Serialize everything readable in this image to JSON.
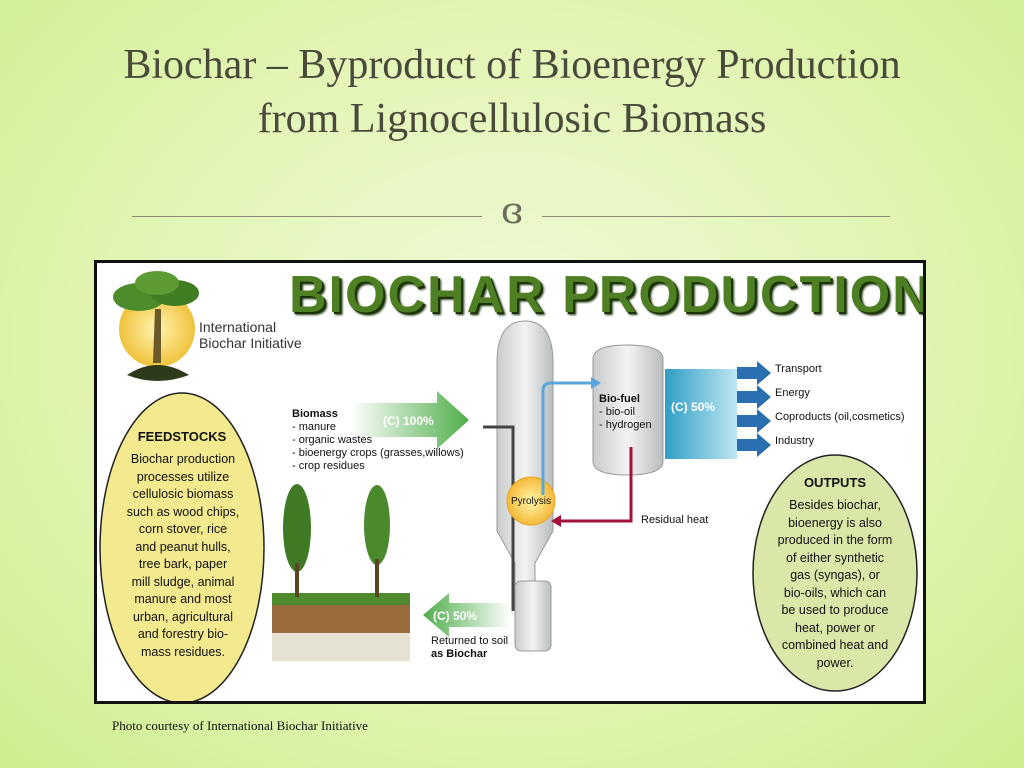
{
  "slide": {
    "title_line1": "Biochar – Byproduct of Bioenergy Production",
    "title_line2": "from Lignocellulosic Biomass",
    "ornament": "ɞ",
    "caption": "Photo courtesy of International Biochar Initiative"
  },
  "diagram": {
    "heading": "BIOCHAR PRODUCTION",
    "org_line1": "International",
    "org_line2": "Biochar Initiative",
    "feedstocks": {
      "title": "FEEDSTOCKS",
      "lines": [
        "Biochar production",
        "processes utilize",
        "cellulosic biomass",
        "such as wood chips,",
        "corn stover, rice",
        "and peanut hulls,",
        "tree bark, paper",
        "mill sludge, animal",
        "manure and most",
        "urban, agricultural",
        "and forestry bio-",
        "mass residues."
      ]
    },
    "biomass": {
      "title": "Biomass",
      "items": [
        "- manure",
        "- organic wastes",
        "- bioenergy crops (grasses,willows)",
        "- crop residues"
      ]
    },
    "arrow_in": "(C) 100%",
    "arrow_out": "(C) 50%",
    "arrow_soil": "(C) 50%",
    "pyrolysis": "Pyrolysis",
    "biofuel": {
      "title": "Bio-fuel",
      "items": [
        "- bio-oil",
        "- hydrogen"
      ]
    },
    "residual_heat": "Residual heat",
    "returned_line1": "Returned to soil",
    "returned_line2": "as Biochar",
    "uses": [
      "Transport",
      "Energy",
      "Coproducts (oil,cosmetics)",
      "Industry"
    ],
    "outputs": {
      "title": "OUTPUTS",
      "lines": [
        "Besides biochar,",
        "bioenergy is also",
        "produced in the form",
        "of either synthetic",
        "gas (syngas), or",
        "bio-oils,  which can",
        "be used to produce",
        "heat, power or",
        "combined heat and",
        "power."
      ]
    },
    "colors": {
      "heading_green": "#4f7f23",
      "oval_yellow": "#f3e98e",
      "oval_green": "#d9e7a9",
      "arrow_green": "#63b55a",
      "arrow_teal": "#3aa7c7",
      "heat_red": "#a3123a",
      "vapor_blue": "#5aa6dc"
    }
  }
}
